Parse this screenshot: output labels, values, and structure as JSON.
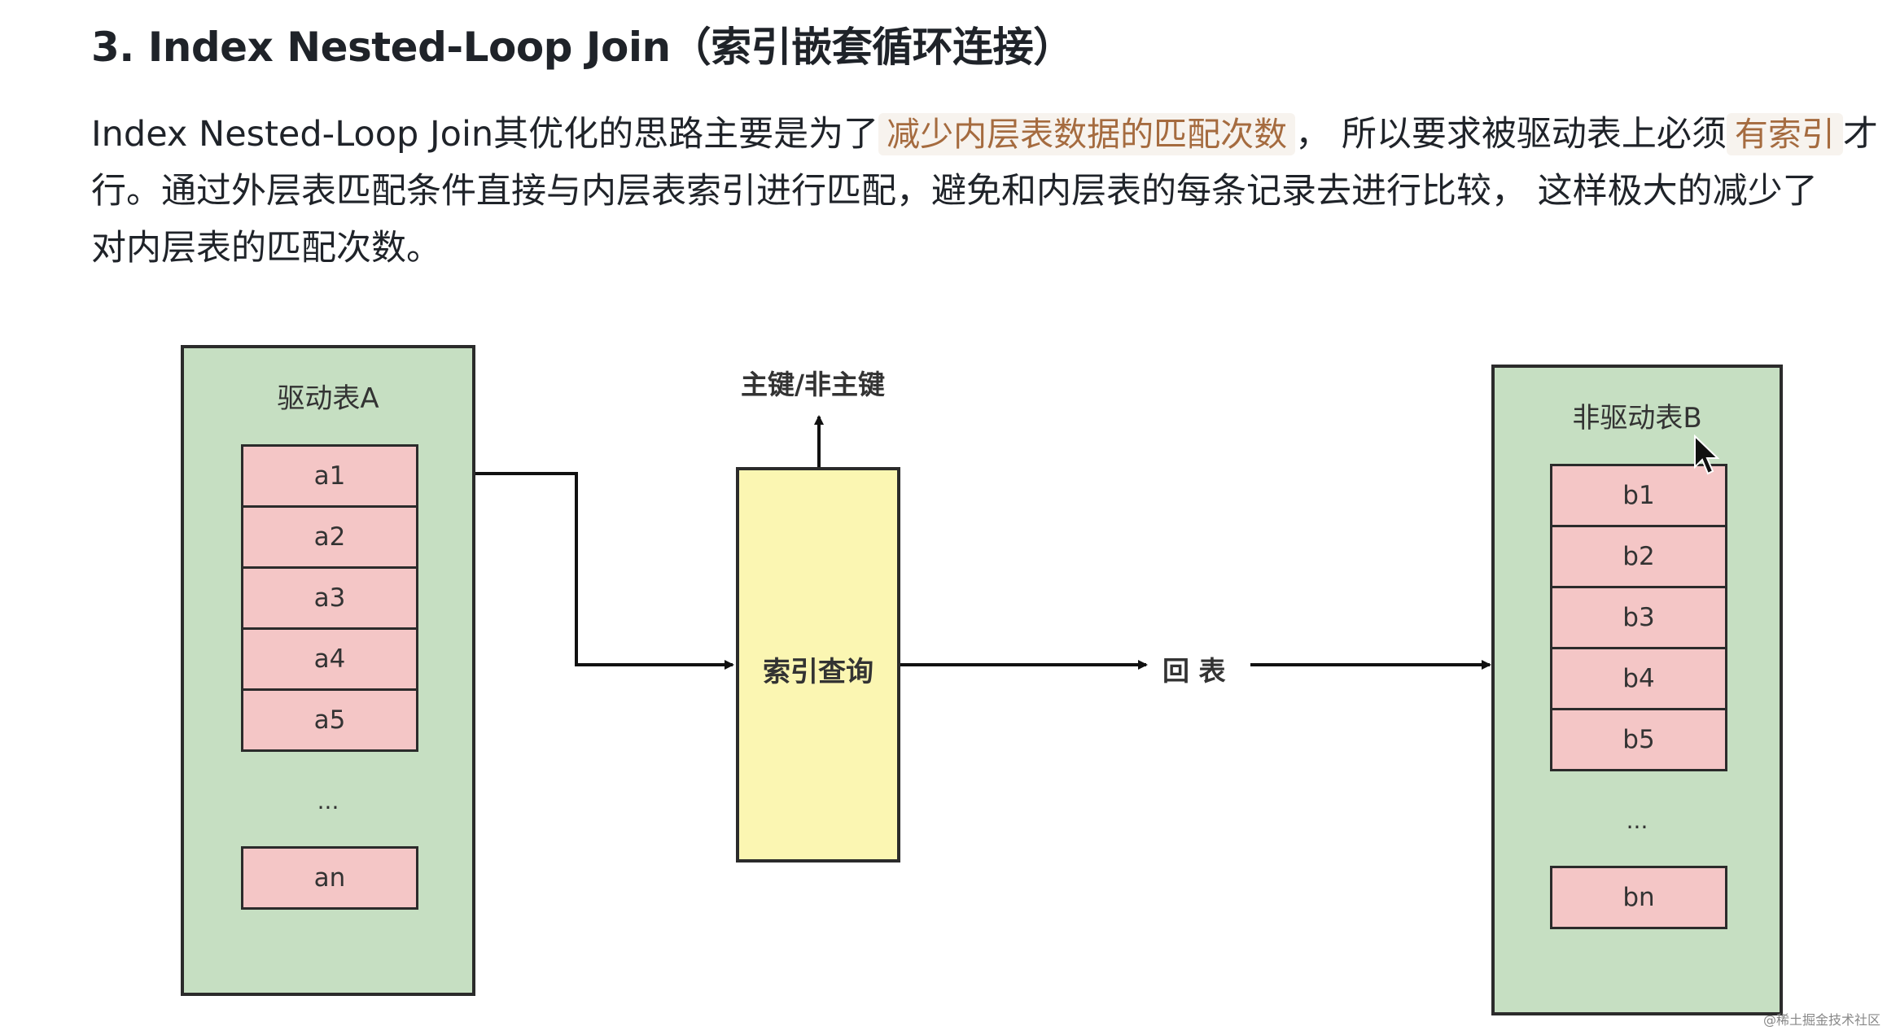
{
  "heading": "3. Index Nested-Loop Join（索引嵌套循环连接）",
  "paragraph": {
    "line1_a": "Index Nested-Loop Join其优化的思路主要是为了",
    "highlight1": "减少内层表数据的匹配次数",
    "line1_b": "， 所以要求被驱动表上必须",
    "highlight2": "有索引",
    "line1_c": "才",
    "line2": "行。通过外层表匹配条件直接与内层表索引进行匹配，避免和内层表的每条记录去进行比较， 这样极大的减少了",
    "line3": "对内层表的匹配次数。"
  },
  "diagram": {
    "driver_table": {
      "title": "驱动表A",
      "rows": [
        "a1",
        "a2",
        "a3",
        "a4",
        "a5"
      ],
      "ellipsis": "...",
      "last": "an"
    },
    "index_lookup": "索引查询",
    "key_label": "主键/非主键",
    "back_to_table": "回 表",
    "driven_table": {
      "title": "非驱动表B",
      "rows": [
        "b1",
        "b2",
        "b3",
        "b4",
        "b5"
      ],
      "ellipsis": "...",
      "last": "bn"
    }
  },
  "watermark": "@稀土掘金技术社区",
  "colors": {
    "table_bg": "#c6dfc2",
    "row_bg": "#f4c6c6",
    "index_bg": "#fbf6b2",
    "highlight_text": "#a56b3f"
  }
}
